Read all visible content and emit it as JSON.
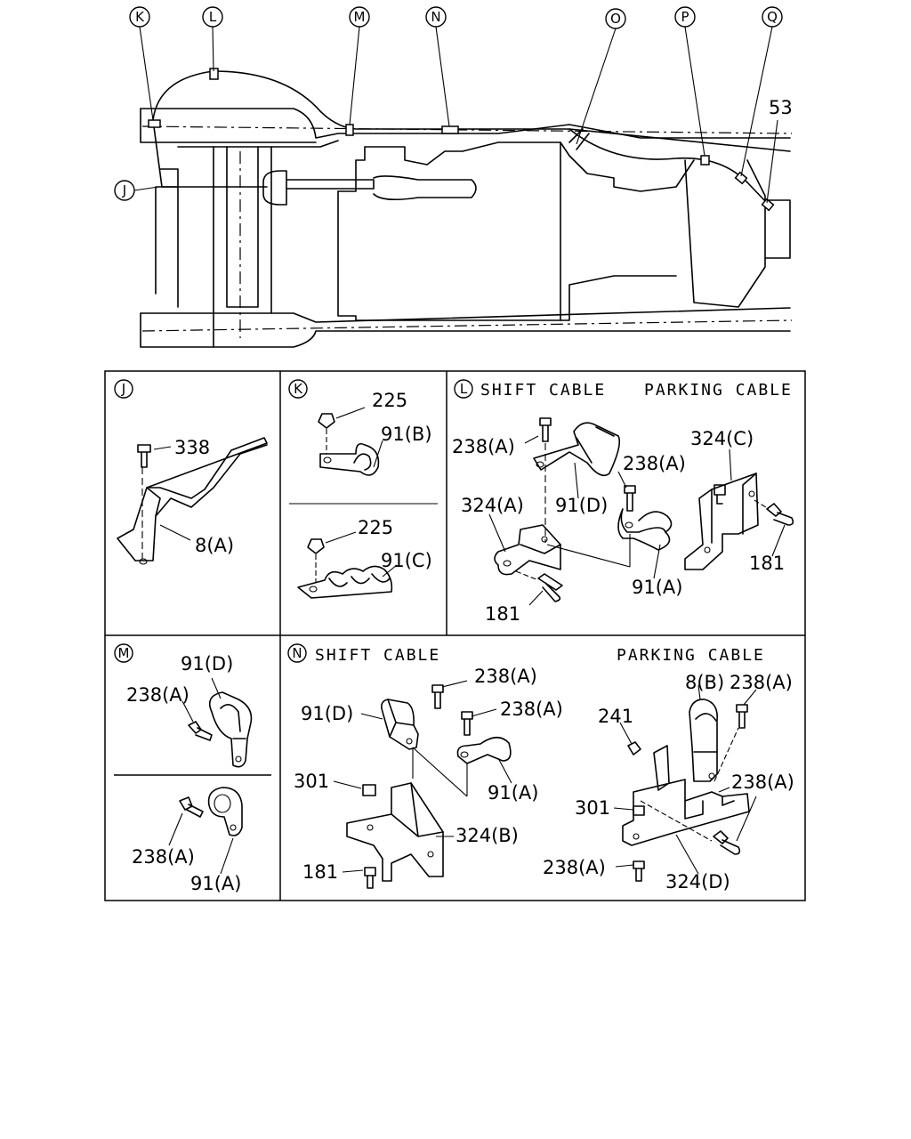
{
  "overview": {
    "callouts": [
      {
        "letter": "K"
      },
      {
        "letter": "L"
      },
      {
        "letter": "M"
      },
      {
        "letter": "N"
      },
      {
        "letter": "O"
      },
      {
        "letter": "P"
      },
      {
        "letter": "Q"
      },
      {
        "letter": "J"
      }
    ],
    "part_53": "53"
  },
  "panels": {
    "J": {
      "letter": "J",
      "labels": [
        "338",
        "8(A)"
      ]
    },
    "K": {
      "letter": "K",
      "labels": [
        "225",
        "91(B)",
        "225",
        "91(C)"
      ]
    },
    "L": {
      "letter": "L",
      "title_left": "SHIFT CABLE",
      "title_right": "PARKING CABLE",
      "labels": [
        "238(A)",
        "238(A)",
        "324(C)",
        "324(A)",
        "91(D)",
        "181",
        "91(A)",
        "181"
      ]
    },
    "M": {
      "letter": "M",
      "labels": [
        "91(D)",
        "238(A)",
        "238(A)",
        "91(A)"
      ]
    },
    "N": {
      "letter": "N",
      "title_left": "SHIFT CABLE",
      "title_right": "PARKING CABLE",
      "labels": [
        "238(A)",
        "238(A)",
        "91(D)",
        "91(A)",
        "301",
        "324(B)",
        "181",
        "8(B)",
        "238(A)",
        "241",
        "238(A)",
        "301",
        "238(A)",
        "324(D)"
      ]
    }
  }
}
